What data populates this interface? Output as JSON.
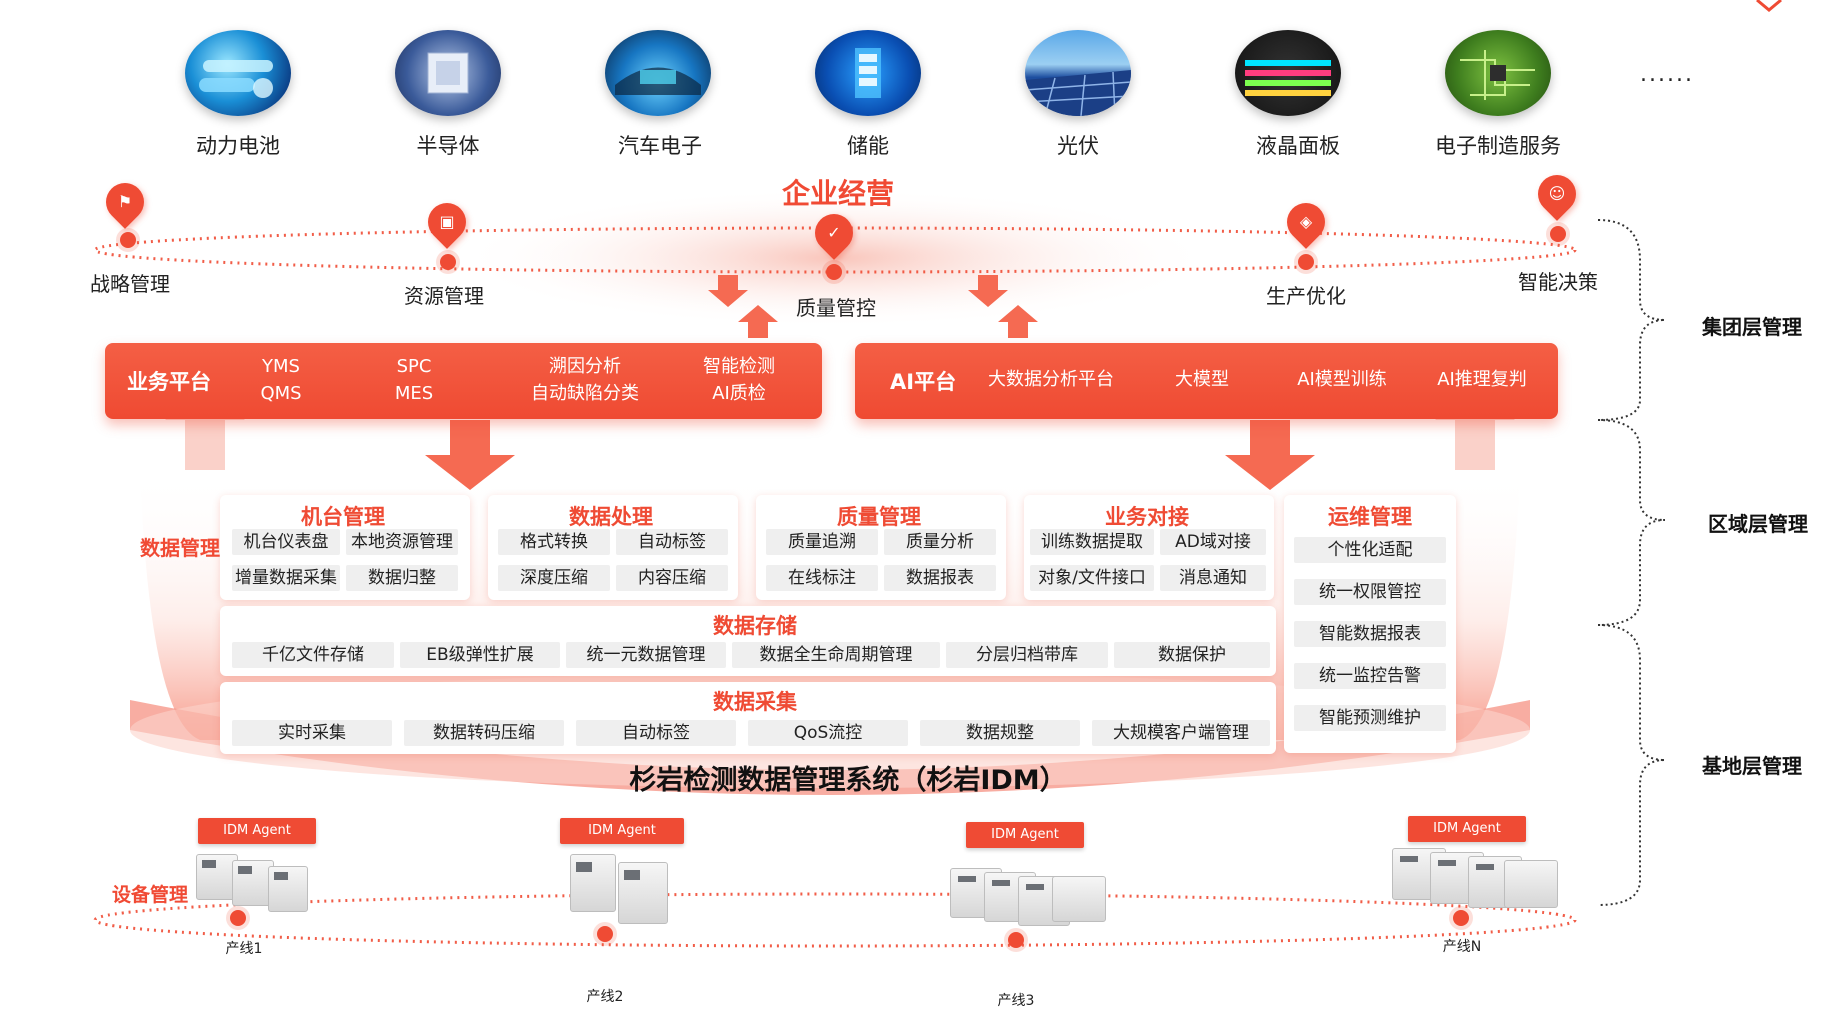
{
  "industries": [
    {
      "label": "动力电池",
      "icon": "battery-icon"
    },
    {
      "label": "半导体",
      "icon": "chip-icon"
    },
    {
      "label": "汽车电子",
      "icon": "car-electronics-icon"
    },
    {
      "label": "储能",
      "icon": "energy-storage-icon"
    },
    {
      "label": "光伏",
      "icon": "solar-panel-icon"
    },
    {
      "label": "液晶面板",
      "icon": "lcd-panel-icon"
    },
    {
      "label": "电子制造服务",
      "icon": "pcb-icon"
    }
  ],
  "industries_more": "......",
  "enterprise": {
    "title": "企业经营",
    "items": [
      "战略管理",
      "资源管理",
      "质量管控",
      "生产优化",
      "智能决策"
    ]
  },
  "business_platform": {
    "title": "业务平台",
    "items": [
      {
        "line1": "YMS",
        "line2": "QMS"
      },
      {
        "line1": "SPC",
        "line2": "MES"
      },
      {
        "line1": "溯因分析",
        "line2": "自动缺陷分类"
      },
      {
        "line1": "智能检测",
        "line2": "AI质检"
      }
    ]
  },
  "ai_platform": {
    "title": "AI平台",
    "items": [
      "大数据分析平台",
      "大模型",
      "AI模型训练",
      "AI推理复判"
    ]
  },
  "data_management_label": "数据管理",
  "modules": [
    {
      "title": "机台管理",
      "chips": [
        "机台仪表盘",
        "本地资源管理",
        "增量数据采集",
        "数据归整"
      ]
    },
    {
      "title": "数据处理",
      "chips": [
        "格式转换",
        "自动标签",
        "深度压缩",
        "内容压缩"
      ]
    },
    {
      "title": "质量管理",
      "chips": [
        "质量追溯",
        "质量分析",
        "在线标注",
        "数据报表"
      ]
    },
    {
      "title": "业务对接",
      "chips": [
        "训练数据提取",
        "AD域对接",
        "对象/文件接口",
        "消息通知"
      ]
    }
  ],
  "storage": {
    "title": "数据存储",
    "chips": [
      "千亿文件存储",
      "EB级弹性扩展",
      "统一元数据管理",
      "数据全生命周期管理",
      "分层归档带库",
      "数据保护"
    ]
  },
  "collection": {
    "title": "数据采集",
    "chips": [
      "实时采集",
      "数据转码压缩",
      "自动标签",
      "QoS流控",
      "数据规整",
      "大规模客户端管理"
    ]
  },
  "ops": {
    "title": "运维管理",
    "chips": [
      "个性化适配",
      "统一权限管控",
      "智能数据报表",
      "统一监控告警",
      "智能预测维护"
    ]
  },
  "system_title": "杉岩检测数据管理系统（杉岩IDM）",
  "device_management_label": "设备管理",
  "agents": [
    "IDM Agent",
    "IDM Agent",
    "IDM Agent",
    "IDM Agent"
  ],
  "lines": [
    "产线1",
    "产线2",
    "产线3",
    "产线N"
  ],
  "levels": [
    "集团层管理",
    "区域层管理",
    "基地层管理"
  ],
  "colors": {
    "accent": "#ef4b34",
    "chip_bg": "#efefef"
  }
}
